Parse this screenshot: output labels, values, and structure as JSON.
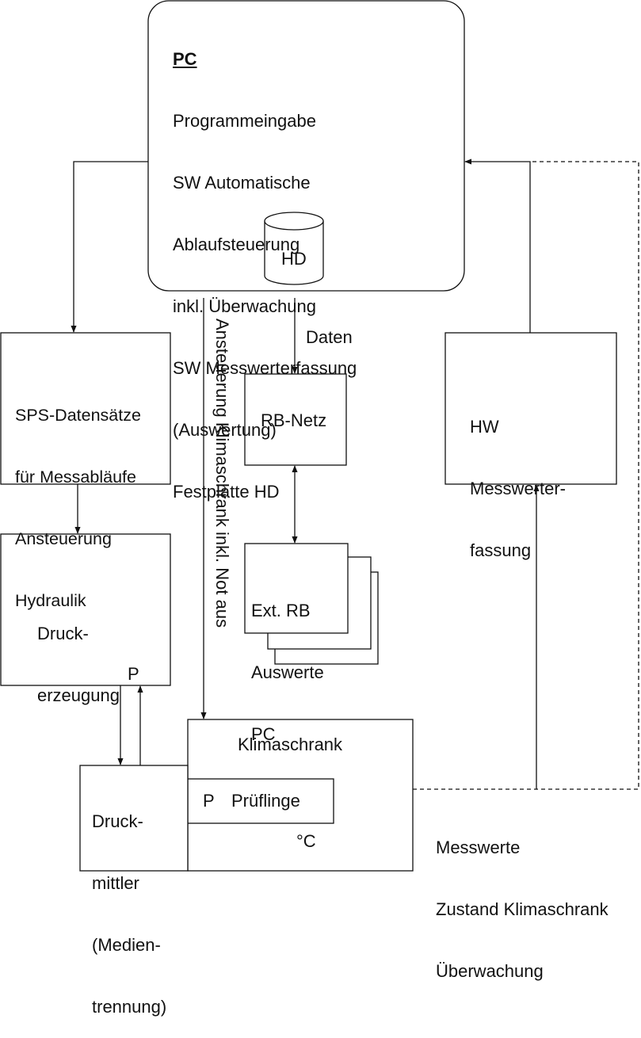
{
  "pc": {
    "title": "PC",
    "lines": [
      "Programmeingabe",
      "SW Automatische",
      "Ablaufsteuerung",
      "inkl. Überwachung",
      "SW Messwerterfassung",
      "(Auswertung)",
      "Festplatte HD"
    ],
    "disk_label": "HD"
  },
  "sps": {
    "lines": [
      "SPS-Datensätze",
      "für Messabläufe",
      "Ansteuerung",
      "Hydraulik"
    ]
  },
  "rb_netz": {
    "label": "RB-Netz"
  },
  "daten_label": "Daten",
  "hw": {
    "lines": [
      "HW",
      "Messwerter-",
      "fassung"
    ]
  },
  "druck": {
    "lines": [
      "Druck-",
      "erzeugung"
    ],
    "port": "P"
  },
  "ext_rb": {
    "lines": [
      "Ext. RB",
      "Auswerte",
      "PC"
    ]
  },
  "ansteuerung_label": "Ansteuerung Klimaschrank inkl. Not aus",
  "klimaschrank": {
    "title": "Klimaschrank",
    "temp_unit": "°C"
  },
  "pruflinge": {
    "port": "P",
    "label": "Prüflinge"
  },
  "druckmittler": {
    "lines": [
      "Druck-",
      "mittler",
      "(Medien-",
      "trennung)"
    ]
  },
  "messwerte": {
    "lines": [
      "Messwerte",
      "Zustand Klimaschrank",
      "Überwachung"
    ]
  }
}
